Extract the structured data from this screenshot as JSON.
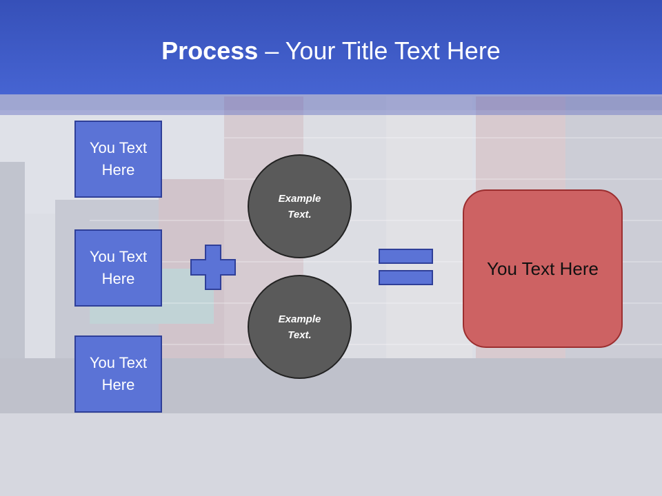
{
  "slide": {
    "title_bold": "Process",
    "title_rest": " – Your Title Text Here"
  },
  "inputs": [
    {
      "label": "You Text\nHere"
    },
    {
      "label": "You Text\nHere"
    },
    {
      "label": "You Text\nHere"
    }
  ],
  "circles": [
    {
      "label": "Example\nText."
    },
    {
      "label": "Example\nText."
    }
  ],
  "result": {
    "label": "You Text Here"
  },
  "colors": {
    "title_bar": "#4664d2",
    "left_box_fill": "#5b73d6",
    "circle_fill": "#5a5a5a",
    "result_fill": "#cd6263",
    "operator_fill": "#5b73d6"
  },
  "icons": [
    "plus-icon",
    "equals-icon"
  ]
}
